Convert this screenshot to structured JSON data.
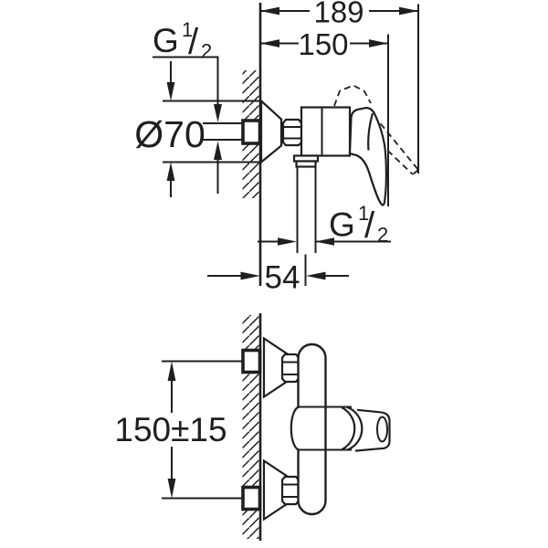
{
  "colors": {
    "line": "#1f1f1f",
    "background": "#ffffff"
  },
  "side_view": {
    "dim_total_depth": "189",
    "dim_body_depth": "150",
    "thread_top": {
      "letter": "G",
      "numerator": "1",
      "slash": "/",
      "denominator": "2"
    },
    "dim_escutcheon_diameter": "Ø70",
    "thread_outlet": {
      "letter": "G",
      "numerator": "1",
      "slash": "/",
      "denominator": "2"
    },
    "dim_outlet_offset": "54"
  },
  "front_view": {
    "dim_port_spacing": "150±15"
  }
}
